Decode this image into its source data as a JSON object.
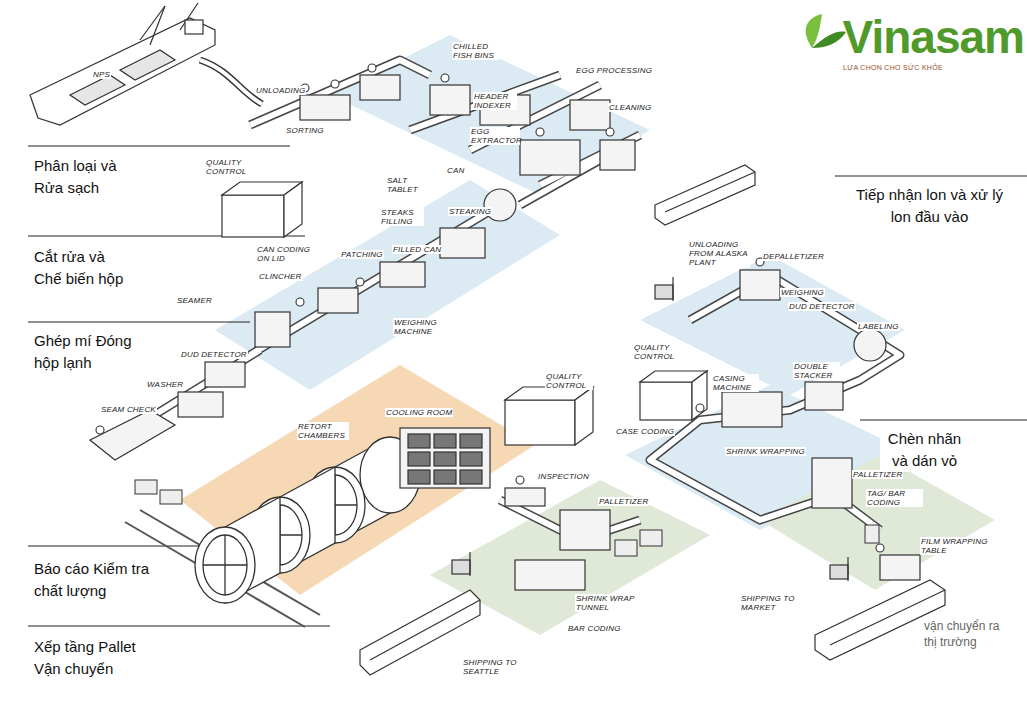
{
  "diagram": {
    "labels": [
      "Phân loại và Rửa sạch",
      "Cắt rửa và Chế biến hộp",
      "Ghép mí Đóng hộp lạnh",
      "Báo cáo Kiểm tra chất lượng",
      "Xếp tầng Pallet Vận chuyển",
      "Tiếp nhận lon và xử lý lon đầu vào",
      "Chèn nhãn và dán vỏ",
      "vận chuyển ra thị trường",
      "Vinasam",
      "LỰA CHỌN CHO SỨC KHỎE",
      "NPS",
      "UNLOADING",
      "SORTING",
      "CHILLED FISH BINS",
      "HEADER INDEXER",
      "EGG EXTRACTOR",
      "EGG PROCESSING",
      "CLEANING",
      "QUALITY CONTROL",
      "CAN",
      "SALT TABLET",
      "STEAKS FILLING",
      "STEAKING",
      "FILLED CAN",
      "PATCHING",
      "CAN CODING ON LID",
      "CLINCHER",
      "WEIGHING MACHINE",
      "SEAMER",
      "DUD DETECTOR",
      "WASHER",
      "SEAM CHECK",
      "RETORT CHAMBERS",
      "COOLING ROOM",
      "QUALITY CONTROL",
      "INSPECTION",
      "PALLETIZER",
      "SHRINK WRAP TUNNEL",
      "BAR CODING",
      "SHIPPING TO SEATTLE",
      "UNLOADING FROM ALASKA PLANT",
      "DEPALLETIZER",
      "WEIGHING",
      "DUD DETECTOR",
      "LABELING",
      "QUALITY CONTROL",
      "CASING MACHINE",
      "DOUBLE STACKER",
      "CASE CODING",
      "SHRINK WRAPPING",
      "PALLETIZER",
      "TAG/ BAR CODING",
      "FILM WRAPPING TABLE",
      "SHIPPING TO MARKET"
    ]
  }
}
